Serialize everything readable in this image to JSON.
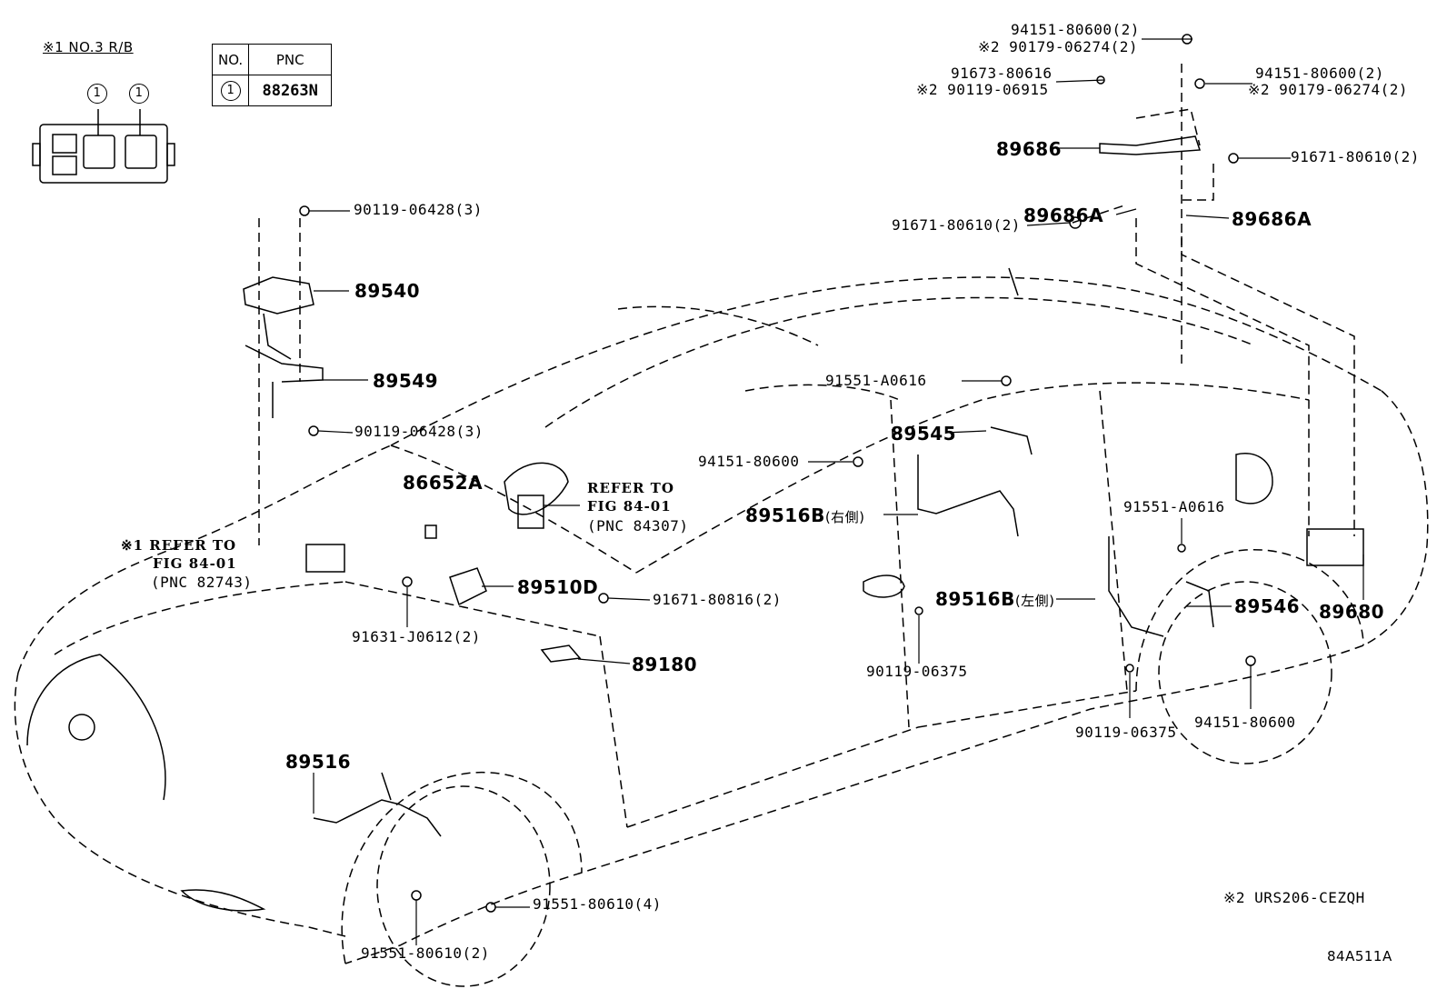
{
  "header": {
    "rb_note": "※1 NO.3 R/B",
    "callout_1": "1",
    "callout_2": "1"
  },
  "table": {
    "col_no": "NO.",
    "col_pnc": "PNC",
    "row_no": "1",
    "row_pnc": "88263N"
  },
  "parts": {
    "p1_line1": "94151-80600(2)",
    "p1_line2": "※2 90179-06274(2)",
    "p2_line1": "91673-80616",
    "p2_line2": "※2 90119-06915",
    "p3_line1": "94151-80600(2)",
    "p3_line2": "※2 90179-06274(2)",
    "p89686": "89686",
    "p91671_right": "91671-80610(2)",
    "p89686A_left": "89686A",
    "p89686A_right": "89686A",
    "p91671_mid": "91671-80610(2)",
    "p90119_top": "90119-06428(3)",
    "p89540": "89540",
    "p89549": "89549",
    "p90119_bottom": "90119-06428(3)",
    "p91551_a0616_top": "91551-A0616",
    "p89545": "89545",
    "p94151_mid": "94151-80600",
    "p86652A": "86652A",
    "refer_84307_1": "REFER TO",
    "refer_84307_2": "FIG 84-01",
    "refer_84307_3": "(PNC 84307)",
    "p89516B_right": "89516B",
    "p89516B_right_side": "(右側)",
    "p91551_a0616_right": "91551-A0616",
    "refer_82743_1": "※1 REFER TO",
    "refer_82743_2": "FIG 84-01",
    "refer_82743_3": "(PNC 82743)",
    "p89510D": "89510D",
    "p91671_80816": "91671-80816(2)",
    "p89516B_left": "89516B",
    "p89516B_left_side": "(左側)",
    "p89546": "89546",
    "p89680": "89680",
    "p91631": "91631-J0612(2)",
    "p89180": "89180",
    "p90119_06375_mid": "90119-06375",
    "p90119_06375_right": "90119-06375",
    "p94151_bottom": "94151-80600",
    "p89516": "89516",
    "p91551_80610_4": "91551-80610(4)",
    "p91551_80610_2": "91551-80610(2)",
    "note2": "※2  URS206-CEZQH",
    "fig_code": "84A511A"
  }
}
